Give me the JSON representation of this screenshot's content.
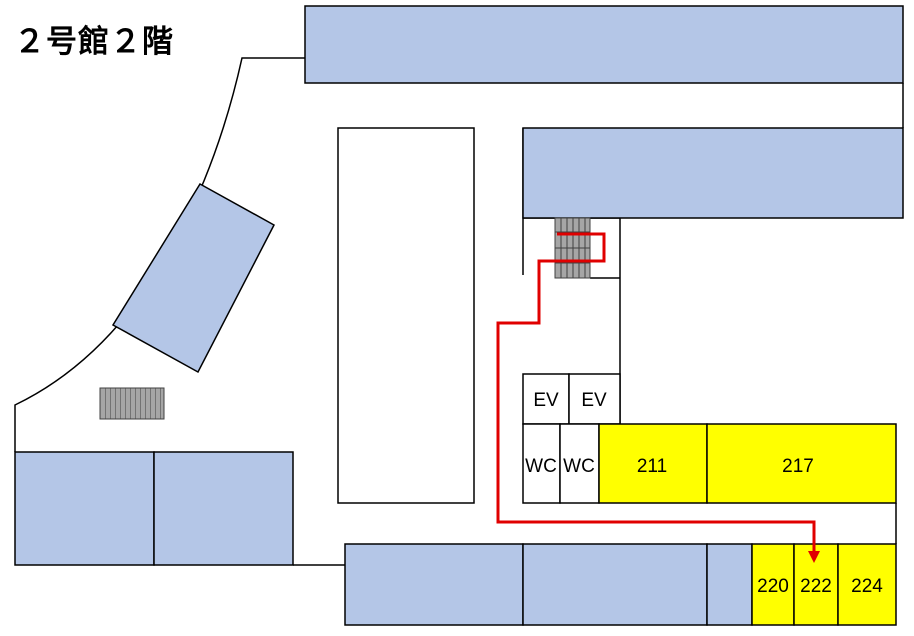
{
  "title": "２号館２階",
  "colors": {
    "blue_room": "#b4c6e7",
    "highlight_room": "#ffff00",
    "route": "#e00000",
    "stairs": "#a6a6a6",
    "wall": "#000000"
  },
  "rooms": {
    "ev_1": "EV",
    "ev_2": "EV",
    "wc_1": "WC",
    "wc_2": "WC",
    "r211": "211",
    "r217": "217",
    "r220": "220",
    "r222": "222",
    "r224": "224"
  },
  "route": {
    "destination": "222"
  },
  "icons": {
    "stairs": "stairs-icon",
    "route_arrow": "arrow-down-icon"
  }
}
